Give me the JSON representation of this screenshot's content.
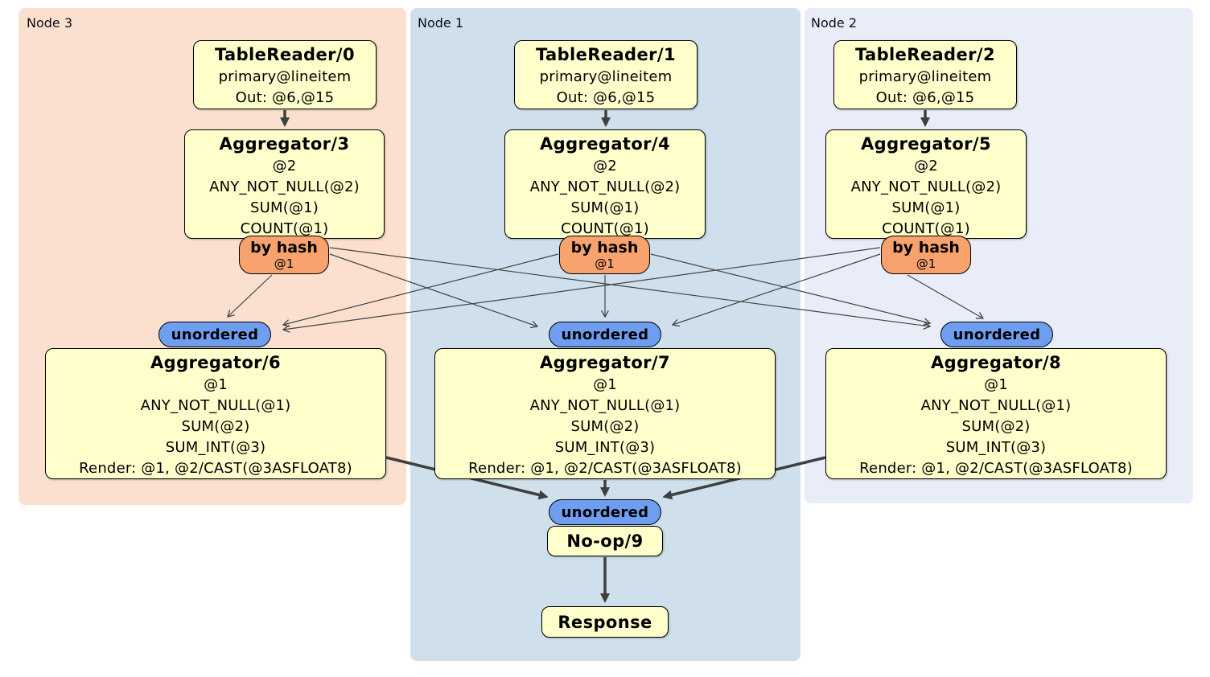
{
  "regions": {
    "node3": {
      "label": "Node 3"
    },
    "node1": {
      "label": "Node 1"
    },
    "node2": {
      "label": "Node 2"
    }
  },
  "processors": {
    "tr0": {
      "title": "TableReader/0",
      "lines": [
        "primary@lineitem",
        "Out: @6,@15"
      ]
    },
    "tr1": {
      "title": "TableReader/1",
      "lines": [
        "primary@lineitem",
        "Out: @6,@15"
      ]
    },
    "tr2": {
      "title": "TableReader/2",
      "lines": [
        "primary@lineitem",
        "Out: @6,@15"
      ]
    },
    "agg3": {
      "title": "Aggregator/3",
      "lines": [
        "@2",
        "ANY_NOT_NULL(@2)",
        "SUM(@1)",
        "COUNT(@1)"
      ]
    },
    "agg4": {
      "title": "Aggregator/4",
      "lines": [
        "@2",
        "ANY_NOT_NULL(@2)",
        "SUM(@1)",
        "COUNT(@1)"
      ]
    },
    "agg5": {
      "title": "Aggregator/5",
      "lines": [
        "@2",
        "ANY_NOT_NULL(@2)",
        "SUM(@1)",
        "COUNT(@1)"
      ]
    },
    "agg6": {
      "title": "Aggregator/6",
      "lines": [
        "@1",
        "ANY_NOT_NULL(@1)",
        "SUM(@2)",
        "SUM_INT(@3)",
        "Render: @1, @2/CAST(@3ASFLOAT8)"
      ]
    },
    "agg7": {
      "title": "Aggregator/7",
      "lines": [
        "@1",
        "ANY_NOT_NULL(@1)",
        "SUM(@2)",
        "SUM_INT(@3)",
        "Render: @1, @2/CAST(@3ASFLOAT8)"
      ]
    },
    "agg8": {
      "title": "Aggregator/8",
      "lines": [
        "@1",
        "ANY_NOT_NULL(@1)",
        "SUM(@2)",
        "SUM_INT(@3)",
        "Render: @1, @2/CAST(@3ASFLOAT8)"
      ]
    },
    "noop9": {
      "title": "No-op/9"
    },
    "response": {
      "title": "Response"
    }
  },
  "routers": {
    "hash3": {
      "label": "by hash",
      "detail": "@1"
    },
    "hash4": {
      "label": "by hash",
      "detail": "@1"
    },
    "hash5": {
      "label": "by hash",
      "detail": "@1"
    }
  },
  "streams": {
    "unordered6": {
      "label": "unordered"
    },
    "unordered7": {
      "label": "unordered"
    },
    "unordered8": {
      "label": "unordered"
    },
    "unordered9": {
      "label": "unordered"
    }
  },
  "colors": {
    "region_node3_bg": "#fbe0cf",
    "region_node1_bg": "#cfe0ec",
    "region_node2_bg": "#e8edf7",
    "processor_bg": "#ffffcc",
    "router_bg": "#f8a26e",
    "stream_bg": "#6f9df0",
    "edge_thin": "#444444",
    "edge_thick": "#3f3f3f"
  }
}
